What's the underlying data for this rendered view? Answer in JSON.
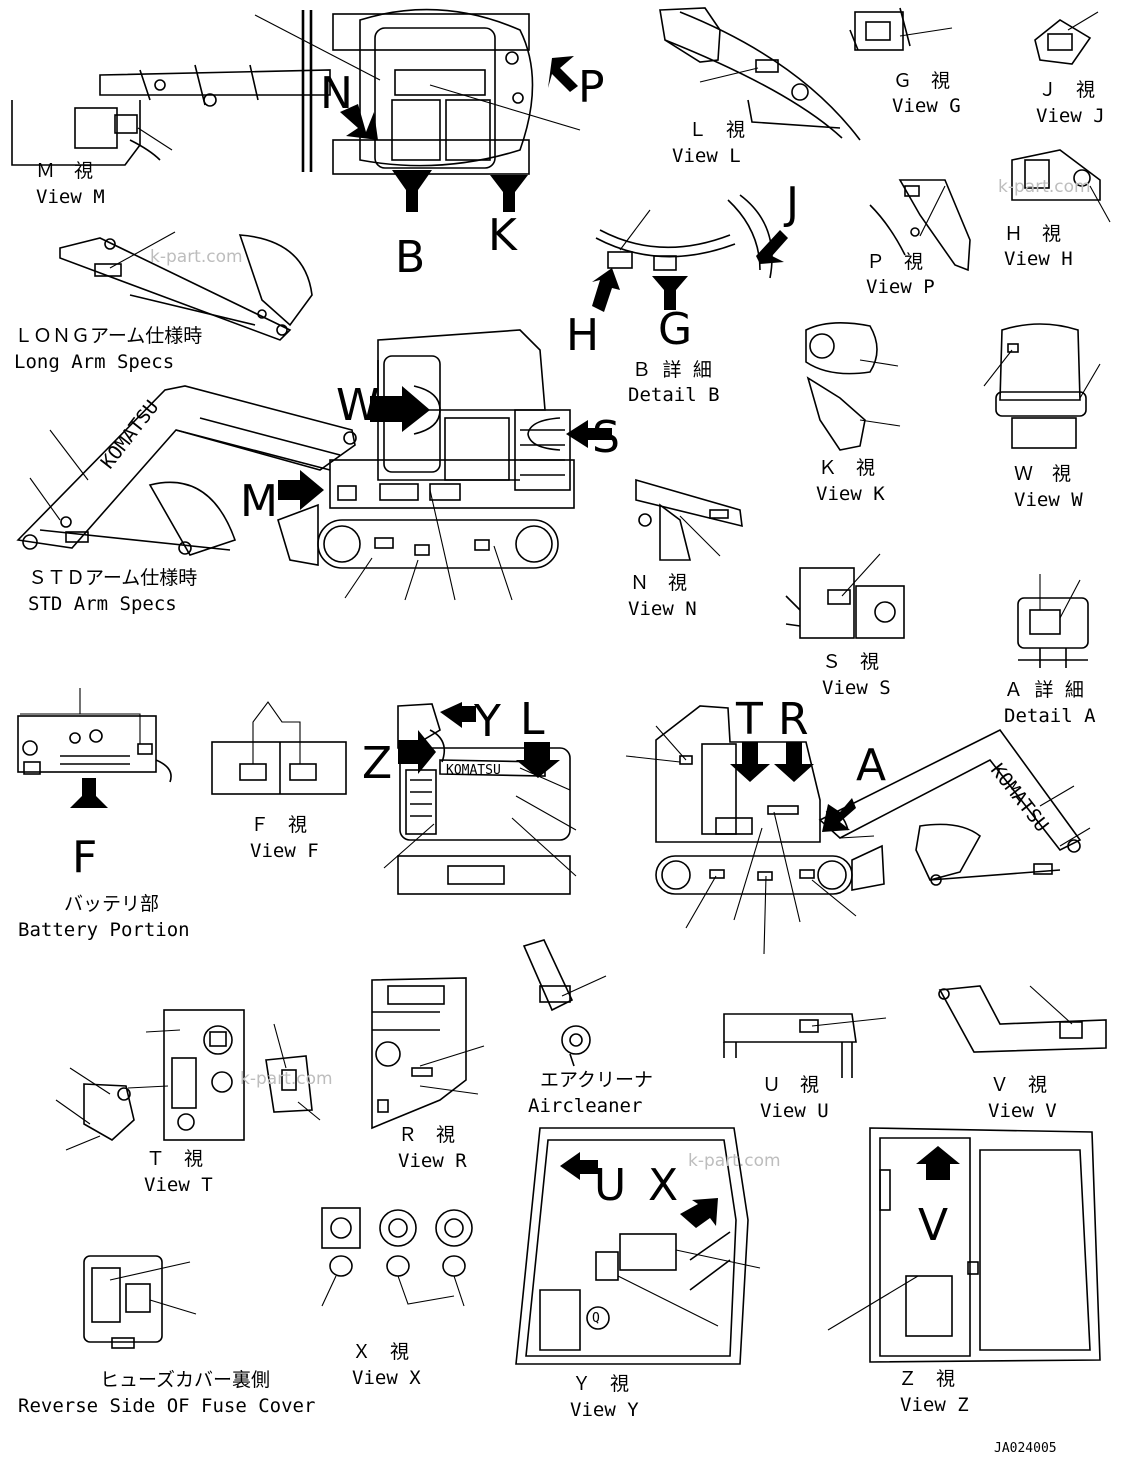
{
  "views": {
    "m": {
      "jp": "Ｍ　視",
      "en": "View M"
    },
    "l": {
      "jp": "Ｌ　視",
      "en": "View L"
    },
    "g": {
      "jp": "Ｇ　視",
      "en": "View G"
    },
    "j": {
      "jp": "Ｊ　視",
      "en": "View J"
    },
    "h": {
      "jp": "Ｈ　視",
      "en": "View H"
    },
    "p": {
      "jp": "Ｐ　視",
      "en": "View P"
    },
    "k": {
      "jp": "Ｋ　視",
      "en": "View K"
    },
    "w": {
      "jp": "Ｗ　視",
      "en": "View W"
    },
    "n": {
      "jp": "Ｎ　視",
      "en": "View N"
    },
    "s": {
      "jp": "Ｓ　視",
      "en": "View S"
    },
    "f": {
      "jp": "Ｆ　視",
      "en": "View F"
    },
    "t": {
      "jp": "Ｔ　視",
      "en": "View T"
    },
    "r": {
      "jp": "Ｒ　視",
      "en": "View R"
    },
    "u": {
      "jp": "Ｕ　視",
      "en": "View U"
    },
    "v": {
      "jp": "Ｖ　視",
      "en": "View V"
    },
    "x": {
      "jp": "Ｘ　視",
      "en": "View X"
    },
    "y": {
      "jp": "Ｙ　視",
      "en": "View Y"
    },
    "z": {
      "jp": "Ｚ　視",
      "en": "View Z"
    }
  },
  "details": {
    "b": {
      "jp": "Ｂ 詳 細",
      "en": "Detail B"
    },
    "a": {
      "jp": "Ａ 詳 細",
      "en": "Detail A"
    }
  },
  "specs": {
    "long": {
      "jp": "ＬＯＮＧアーム仕様時",
      "en": "Long Arm Specs"
    },
    "std": {
      "jp": "ＳＴＤアーム仕様時",
      "en": "STD Arm Specs"
    }
  },
  "parts": {
    "battery": {
      "jp": "バッテリ部",
      "en": "Battery Portion"
    },
    "aircleaner": {
      "jp": "エアクリーナ",
      "en": "Aircleaner"
    },
    "fuse_cover": {
      "jp": "ヒューズカバー裏側",
      "en": "Reverse Side OF Fuse Cover"
    }
  },
  "letters": {
    "n": "N",
    "p": "P",
    "b": "B",
    "k": "K",
    "j": "J",
    "h": "H",
    "g": "G",
    "w": "W",
    "s": "S",
    "m": "M",
    "f": "F",
    "y": "Y",
    "l": "L",
    "z": "Z",
    "t": "T",
    "r": "R",
    "a": "A",
    "u": "U",
    "x": "X",
    "v": "V"
  },
  "brand": "KOMATSU",
  "watermark": "k-part.com",
  "drawing_code": "JA024005"
}
